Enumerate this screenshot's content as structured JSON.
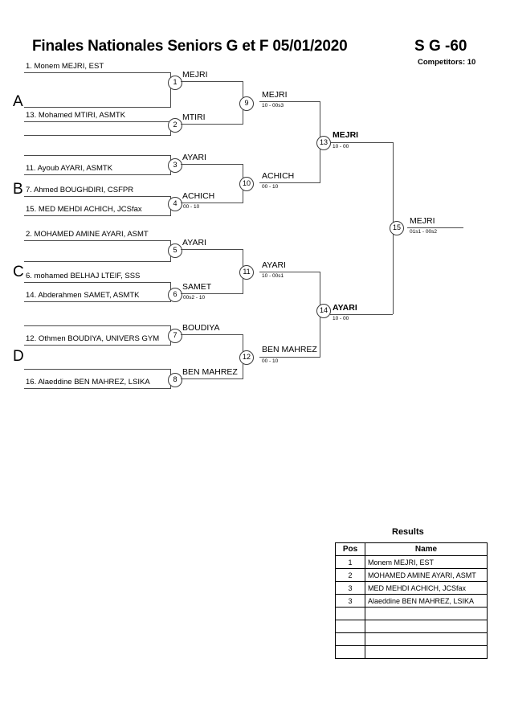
{
  "header": {
    "title": "Finales Nationales Seniors G et F  05/01/2020",
    "category": "S G -60",
    "competitors": "Competitors: 10"
  },
  "groups": [
    {
      "label": "A"
    },
    {
      "label": "B"
    },
    {
      "label": "C"
    },
    {
      "label": "D"
    }
  ],
  "entrants": [
    {
      "id": "e1",
      "text": "1. Monem MEJRI, EST"
    },
    {
      "id": "e2",
      "text": ""
    },
    {
      "id": "e3",
      "text": "13. Mohamed MTIRI, ASMTK"
    },
    {
      "id": "e4",
      "text": ""
    },
    {
      "id": "e5",
      "text": "11. Ayoub AYARI, ASMTK"
    },
    {
      "id": "e6",
      "text": "7. Ahmed BOUGHDIRI, CSFPR"
    },
    {
      "id": "e7",
      "text": "15. MED MEHDI ACHICH, JCSfax"
    },
    {
      "id": "e8",
      "text": "2. MOHAMED AMINE AYARI, ASMT"
    },
    {
      "id": "e9",
      "text": ""
    },
    {
      "id": "e10",
      "text": "6. mohamed BELHAJ LTEIF, SSS"
    },
    {
      "id": "e11",
      "text": "14. Abderahmen SAMET, ASMTK"
    },
    {
      "id": "e12",
      "text": ""
    },
    {
      "id": "e13",
      "text": "12. Othmen BOUDIYA, UNIVERS GYM"
    },
    {
      "id": "e14",
      "text": ""
    },
    {
      "id": "e15",
      "text": "16. Alaeddine BEN MAHREZ, LSIKA"
    }
  ],
  "matches": [
    {
      "num": "1",
      "winner": "MEJRI",
      "score": ""
    },
    {
      "num": "2",
      "winner": "MTIRI",
      "score": ""
    },
    {
      "num": "3",
      "winner": "AYARI",
      "score": ""
    },
    {
      "num": "4",
      "winner": "ACHICH",
      "score": "00 - 10"
    },
    {
      "num": "5",
      "winner": "AYARI",
      "score": ""
    },
    {
      "num": "6",
      "winner": "SAMET",
      "score": "00s2 - 10"
    },
    {
      "num": "7",
      "winner": "BOUDIYA",
      "score": ""
    },
    {
      "num": "8",
      "winner": "BEN MAHREZ",
      "score": ""
    },
    {
      "num": "9",
      "winner": "MEJRI",
      "score": "10 - 00s3"
    },
    {
      "num": "10",
      "winner": "ACHICH",
      "score": "00 - 10"
    },
    {
      "num": "11",
      "winner": "AYARI",
      "score": "10 - 00s1"
    },
    {
      "num": "12",
      "winner": "BEN MAHREZ",
      "score": "00 - 10"
    },
    {
      "num": "13",
      "winner": "MEJRI",
      "score": "10 - 00"
    },
    {
      "num": "14",
      "winner": "AYARI",
      "score": "10 - 00"
    },
    {
      "num": "15",
      "winner": "MEJRI",
      "score": "01s1 - 00s2"
    }
  ],
  "results": {
    "title": "Results",
    "columns": [
      "Pos",
      "Name"
    ],
    "rows": [
      {
        "pos": "1",
        "name": "Monem MEJRI, EST"
      },
      {
        "pos": "2",
        "name": "MOHAMED AMINE AYARI, ASMT"
      },
      {
        "pos": "3",
        "name": "MED MEHDI ACHICH, JCSfax"
      },
      {
        "pos": "3",
        "name": "Alaeddine BEN MAHREZ, LSIKA"
      },
      {
        "pos": "",
        "name": ""
      },
      {
        "pos": "",
        "name": ""
      },
      {
        "pos": "",
        "name": ""
      },
      {
        "pos": "",
        "name": ""
      }
    ]
  },
  "colors": {
    "line": "#4a4a4a",
    "text": "#000000",
    "background": "#ffffff"
  }
}
